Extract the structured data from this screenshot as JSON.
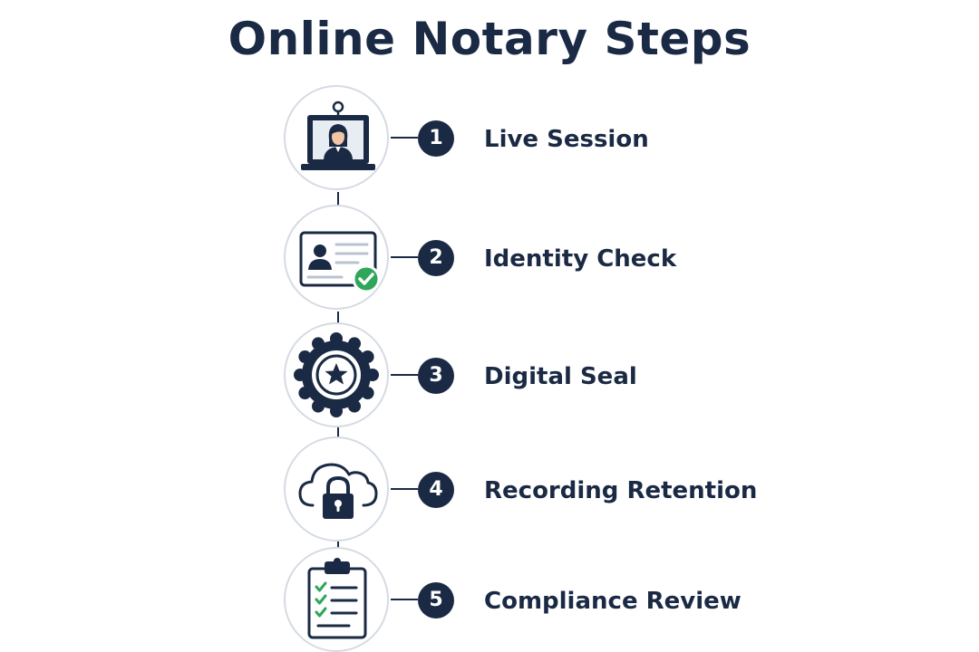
{
  "title": "Online Notary Steps",
  "colors": {
    "navy": "#1b2a44",
    "circle_border": "#d5dbe3",
    "check_green": "#2fa65a"
  },
  "steps": [
    {
      "number": "1",
      "label": "Live Session",
      "icon": "video-call-laptop-icon"
    },
    {
      "number": "2",
      "label": "Identity Check",
      "icon": "id-card-verified-icon"
    },
    {
      "number": "3",
      "label": "Digital Seal",
      "icon": "seal-star-icon"
    },
    {
      "number": "4",
      "label": "Recording Retention",
      "icon": "cloud-lock-icon"
    },
    {
      "number": "5",
      "label": "Compliance Review",
      "icon": "clipboard-checklist-icon"
    }
  ]
}
